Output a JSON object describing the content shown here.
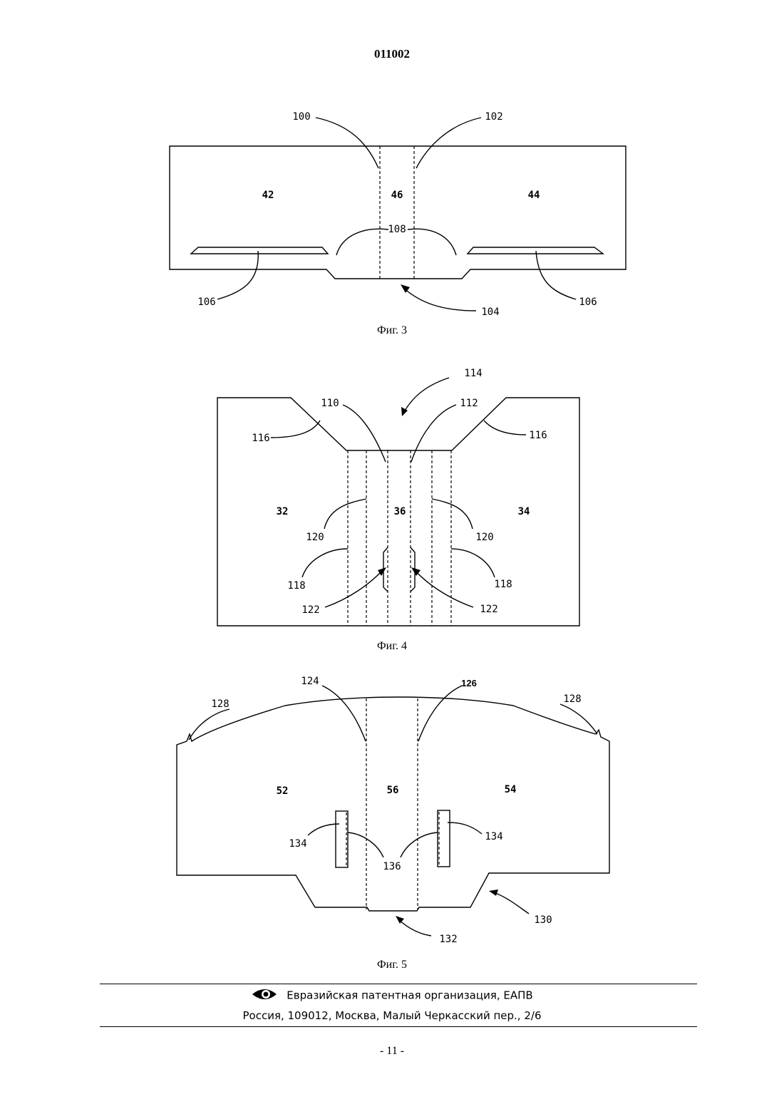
{
  "header": {
    "doc_number": "011002"
  },
  "figures": [
    {
      "caption": "Фиг. 3",
      "zones": [
        "42",
        "46",
        "44"
      ],
      "refs": [
        "100",
        "102",
        "108",
        "106",
        "106",
        "104"
      ]
    },
    {
      "caption": "Фиг. 4",
      "zones": [
        "32",
        "36",
        "34"
      ],
      "refs": [
        "114",
        "110",
        "112",
        "116",
        "116",
        "120",
        "120",
        "118",
        "118",
        "122",
        "122"
      ]
    },
    {
      "caption": "Фиг. 5",
      "zones": [
        "52",
        "56",
        "54"
      ],
      "refs": [
        "124",
        "126",
        "128",
        "128",
        "134",
        "134",
        "136",
        "130",
        "132"
      ]
    }
  ],
  "footer": {
    "organization": "Евразийская патентная организация, ЕАПВ",
    "address": "Россия, 109012, Москва, Малый Черкасский пер., 2/6",
    "page": "- 11 -"
  }
}
